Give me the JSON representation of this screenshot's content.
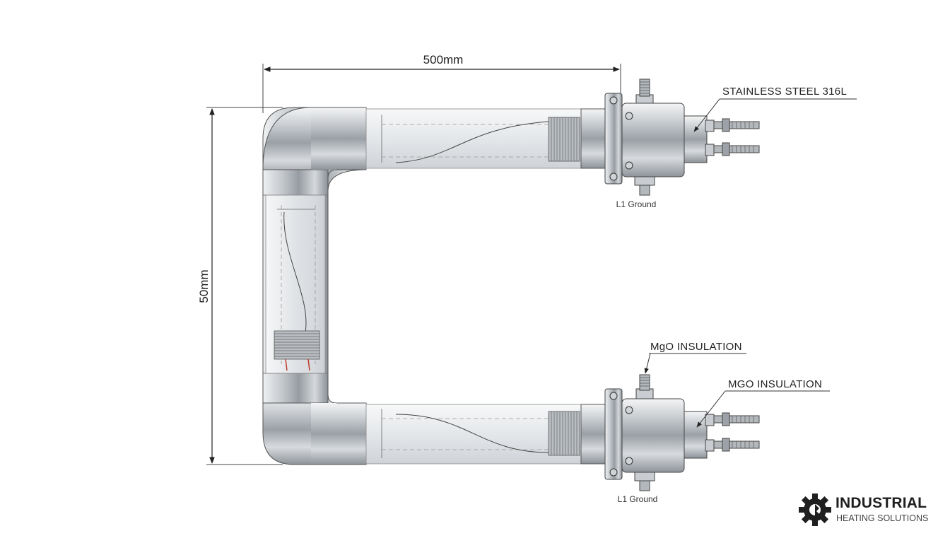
{
  "dimensions": {
    "width_label": "500mm",
    "height_label": "50mm"
  },
  "callouts": {
    "material_label": "STAINLESS STEEL 316L",
    "insulation_label_upper": "MgO INSULATION",
    "insulation_label_lower": "MGO INSULATION"
  },
  "terminals": {
    "upper_ground_label": "L1 Ground",
    "lower_ground_label": "L1 Ground"
  },
  "logo": {
    "brand": "INDUSTRIAL",
    "tagline": "HEATING SOLUTIONS"
  },
  "colors": {
    "tube_steel": "#c8ccd0",
    "heating_wire": "#c0392b",
    "line": "#333333"
  }
}
